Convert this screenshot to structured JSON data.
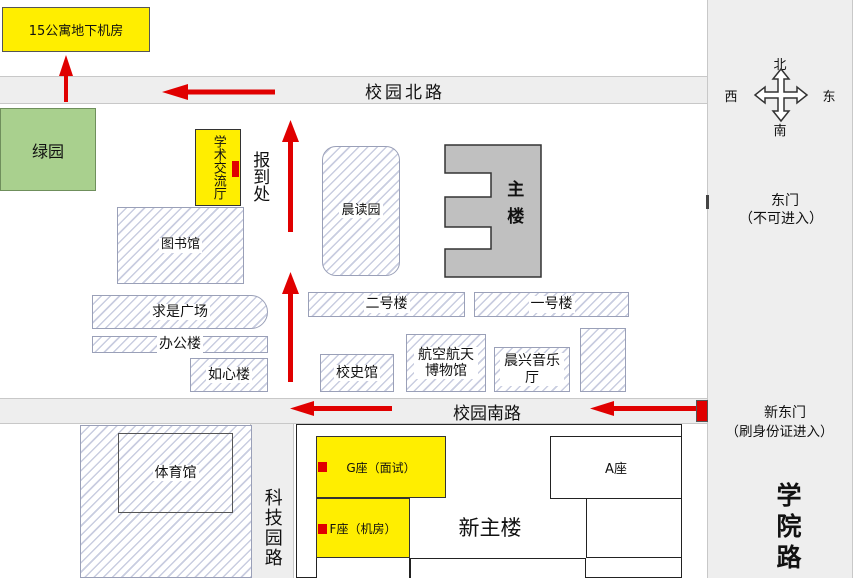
{
  "colors": {
    "road": "#eeeeee",
    "arrow": "#e00000",
    "yellow": "#ffee00",
    "green": "#a9d08e",
    "gray": "#c0c0c0",
    "hatch": "#c9cde0"
  },
  "roads": {
    "north": "校园北路",
    "south": "校园南路",
    "east": "学院路",
    "keji": "科技园路"
  },
  "compass": {
    "n": "北",
    "s": "南",
    "w": "西",
    "e": "东"
  },
  "gates": {
    "east": "东门",
    "east_note": "（不可进入）",
    "new_east": "新东门",
    "new_east_note": "（刷身份证进入）"
  },
  "places": {
    "apt": "15公寓地下机房",
    "lvyuan": "绿园",
    "xueshu": "学术交流厅",
    "baodao": "报到处",
    "library": "图书馆",
    "chendu": "晨读园",
    "main": "主楼",
    "qiushi": "求是广场",
    "bangong": "办公楼",
    "erhao": "二号楼",
    "yihao": "一号楼",
    "ruxin": "如心楼",
    "xiaoshi": "校史馆",
    "hangkong": "航空航天博物馆",
    "chenxing": "晨兴音乐厅",
    "gym": "体育馆",
    "gzuo": "G座（面试）",
    "fzuo": "F座（机房）",
    "azuo": "A座",
    "xinzhu": "新主楼"
  }
}
